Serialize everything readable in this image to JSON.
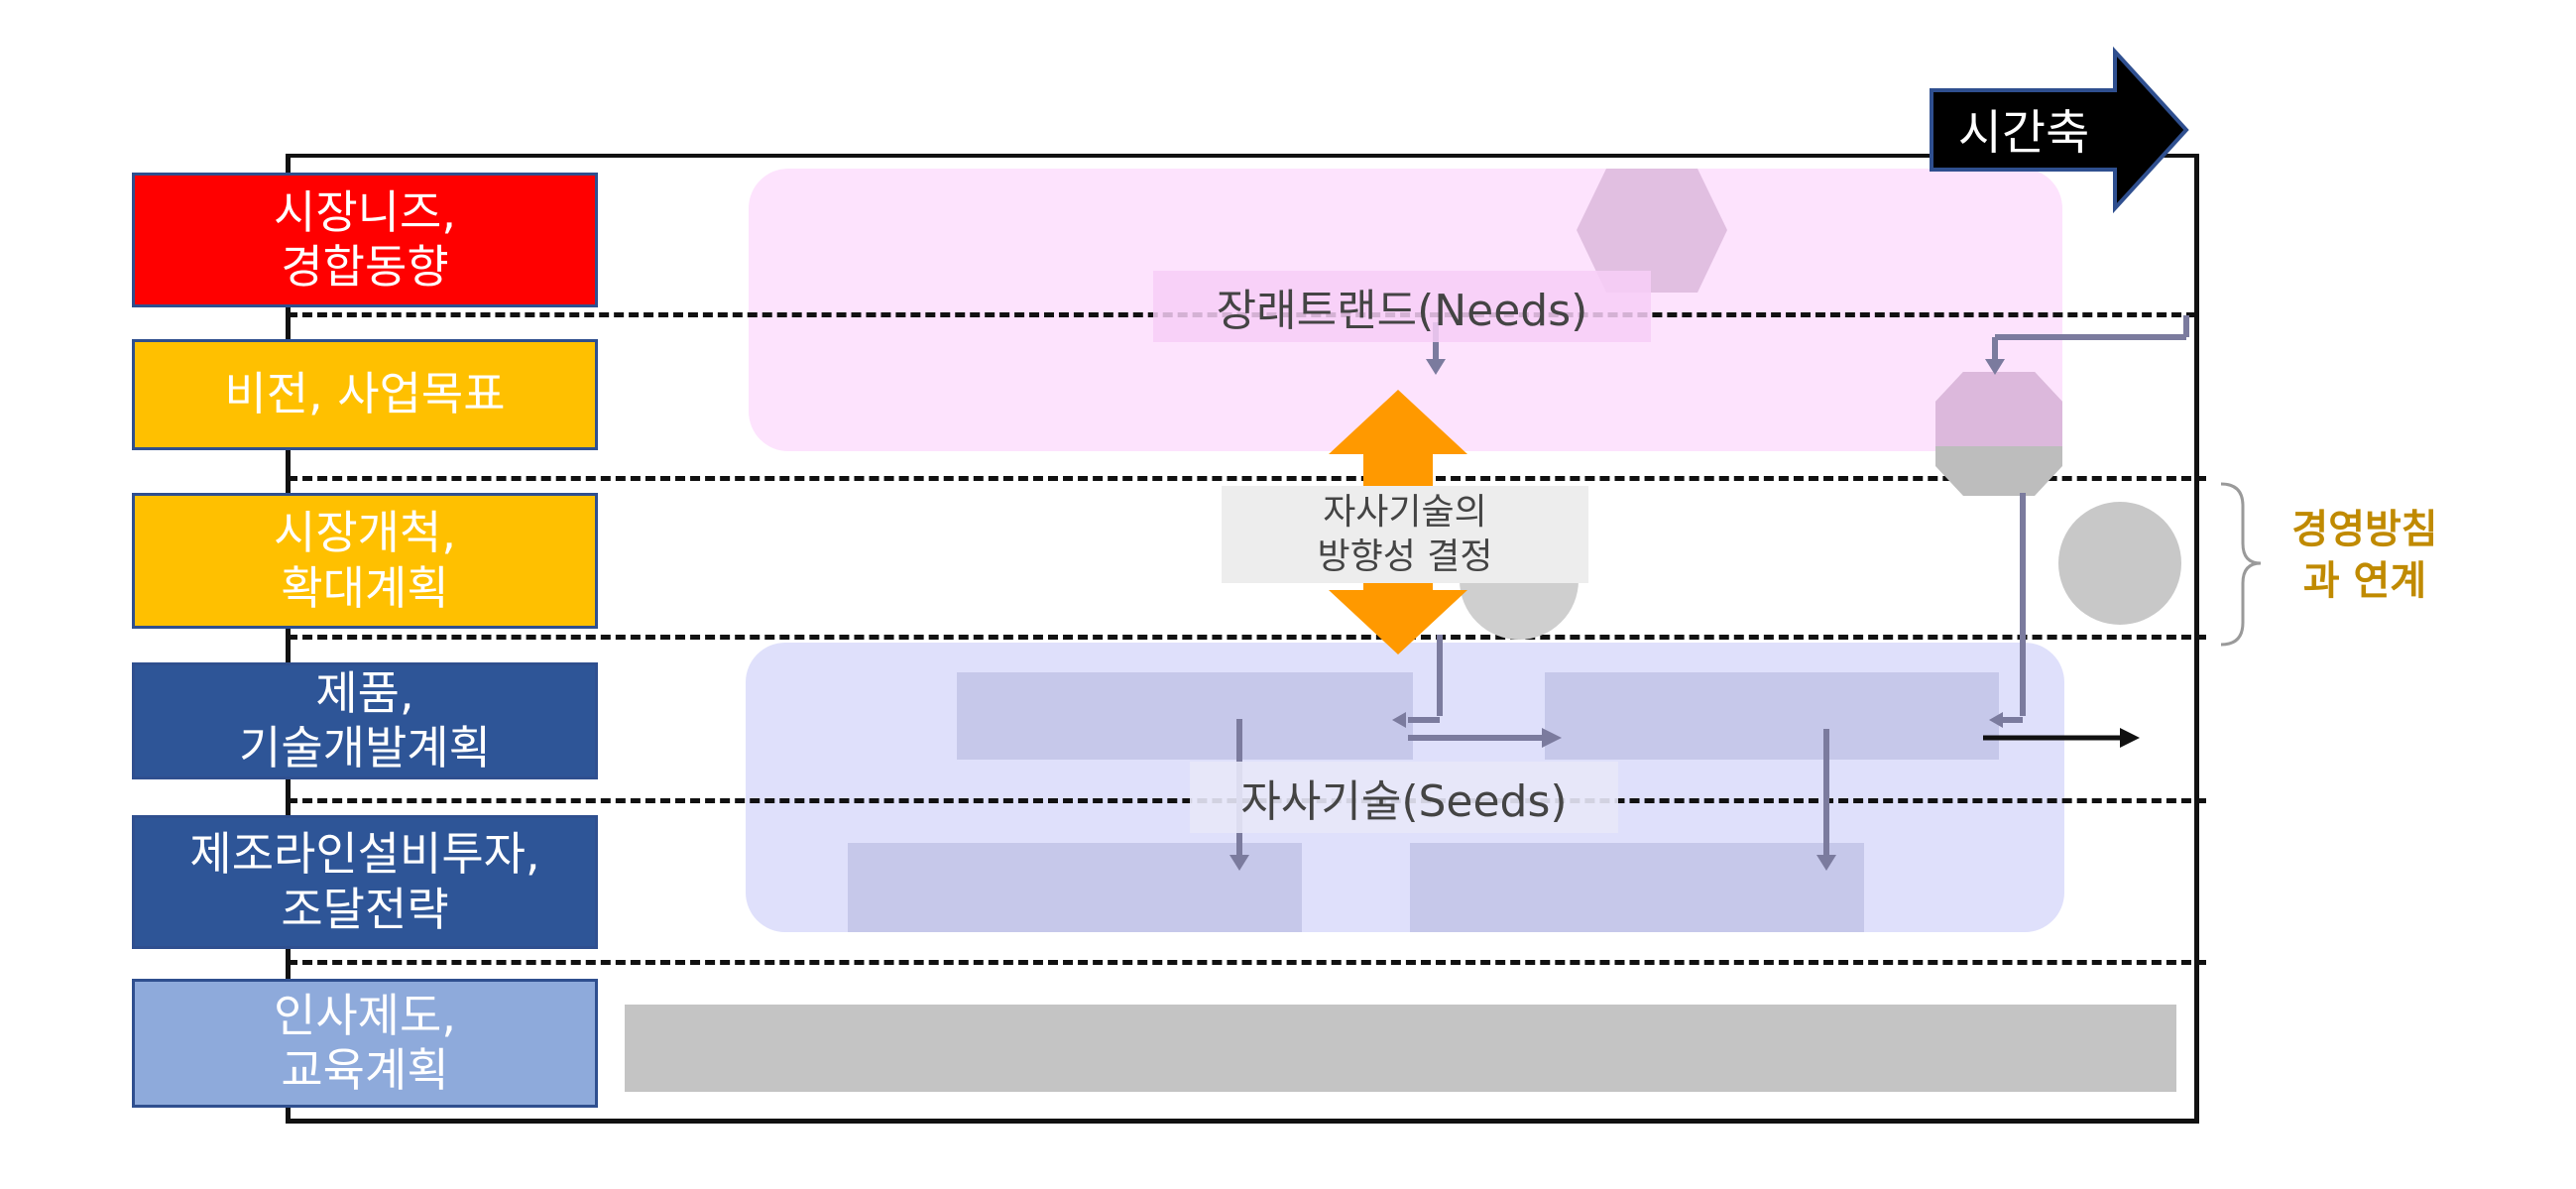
{
  "time_axis": {
    "label": "시간축"
  },
  "rows": [
    {
      "label": "시장니즈,\n경합동향",
      "color": "#ff0000"
    },
    {
      "label": "비전, 사업목표",
      "color": "#ffc000"
    },
    {
      "label": "시장개척,\n확대계획",
      "color": "#ffc000"
    },
    {
      "label": "제품,\n기술개발계획",
      "color": "#2e5597"
    },
    {
      "label": "제조라인설비투자,\n조달전략",
      "color": "#2e5597"
    },
    {
      "label": "인사제도,\n교육계획",
      "color": "#8eaadb"
    }
  ],
  "needs_label": "장래트랜드(Needs)",
  "seeds_label": "자사기술(Seeds)",
  "direction_label": "자사기술의\n방향성 결정",
  "management_label": "경영방침\n과 연계",
  "colors": {
    "needs_zone": "#fde3fd",
    "seeds_zone": "#dfe0fb",
    "arrow_orange": "#ff9900",
    "management_text": "#c08a00"
  }
}
